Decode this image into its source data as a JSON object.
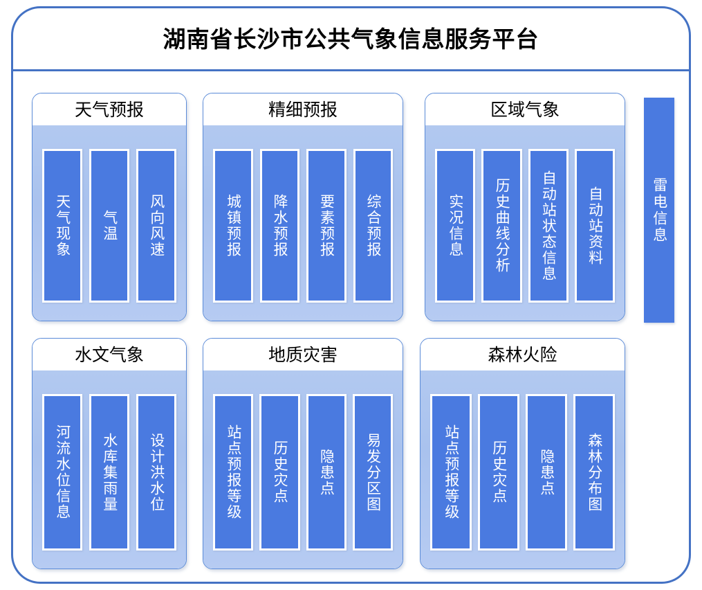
{
  "platform": {
    "title": "湖南省长沙市公共气象信息服务平台",
    "border_color": "#4472c4"
  },
  "colors": {
    "frame_border": "#4472c4",
    "panel_border": "#5b8bd8",
    "panel_body": "#a9c2ee",
    "item_fill": "#4a7ae0",
    "item_border": "#ffffff",
    "item_text": "#ffffff",
    "header_text": "#000000"
  },
  "panels": [
    {
      "id": "weather-forecast",
      "title": "天气预报",
      "items": [
        {
          "label": "天气现象"
        },
        {
          "label": "气温"
        },
        {
          "label": "风向风速"
        }
      ]
    },
    {
      "id": "fine-forecast",
      "title": "精细预报",
      "items": [
        {
          "label": "城镇预报"
        },
        {
          "label": "降水预报"
        },
        {
          "label": "要素预报"
        },
        {
          "label": "综合预报"
        }
      ]
    },
    {
      "id": "regional-meteorology",
      "title": "区域气象",
      "items": [
        {
          "label": "实况信息"
        },
        {
          "label": "历史曲线分析"
        },
        {
          "label": "自动站状态信息"
        },
        {
          "label": "自动站资料"
        }
      ]
    },
    {
      "id": "hydro-meteorology",
      "title": "水文气象",
      "items": [
        {
          "label": "河流水位信息"
        },
        {
          "label": "水库集雨量"
        },
        {
          "label": "设计洪水位"
        }
      ]
    },
    {
      "id": "geological-hazard",
      "title": "地质灾害",
      "items": [
        {
          "label": "站点预报等级"
        },
        {
          "label": "历史灾点"
        },
        {
          "label": "隐患点"
        },
        {
          "label": "易发分区图"
        }
      ]
    },
    {
      "id": "forest-fire-risk",
      "title": "森林火险",
      "items": [
        {
          "label": "站点预报等级"
        },
        {
          "label": "历史灾点"
        },
        {
          "label": "隐患点"
        },
        {
          "label": "森林分布图"
        }
      ]
    }
  ],
  "side_module": {
    "label": "雷电信息"
  }
}
